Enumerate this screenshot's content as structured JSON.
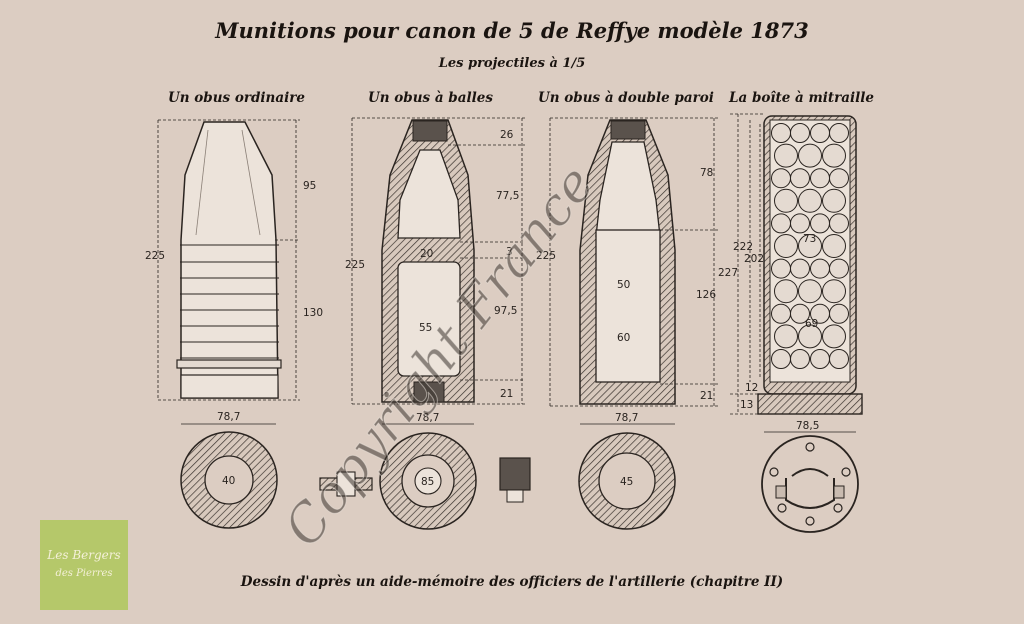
{
  "title": "Munitions pour canon de 5 de Reffye modèle 1873",
  "subtitle": "Les projectiles à 1/5",
  "columns": [
    {
      "label": "Un obus ordinaire"
    },
    {
      "label": "Un obus à balles"
    },
    {
      "label": "Un obus à double paroi"
    },
    {
      "label": "La boîte à mitraille"
    }
  ],
  "dimensions": {
    "ordinaire": {
      "total": "225",
      "top": "95",
      "bottom": "130",
      "diameter": "78,7",
      "bore": "40"
    },
    "balles": {
      "total": "225",
      "a": "26",
      "b": "77,5",
      "c": "3",
      "d": "97,5",
      "e": "21",
      "inner1": "20",
      "inner2": "55",
      "diameter": "78,7",
      "bore": "85"
    },
    "double": {
      "total": "225",
      "a": "78",
      "b": "126",
      "c": "21",
      "inner1": "50",
      "inner2": "60",
      "diameter": "78,7",
      "bore": "45"
    },
    "mitraille": {
      "a": "222",
      "b": "202",
      "c": "227",
      "d": "12",
      "e": "13",
      "n1": "73",
      "n2": "69",
      "diameter": "78,5"
    }
  },
  "footer": "Dessin d'après un aide-mémoire des officiers de l'artillerie (chapitre II)",
  "watermark": "Copyright France",
  "logo": {
    "line1": "Les Bergers",
    "line2": "des Pierres"
  }
}
